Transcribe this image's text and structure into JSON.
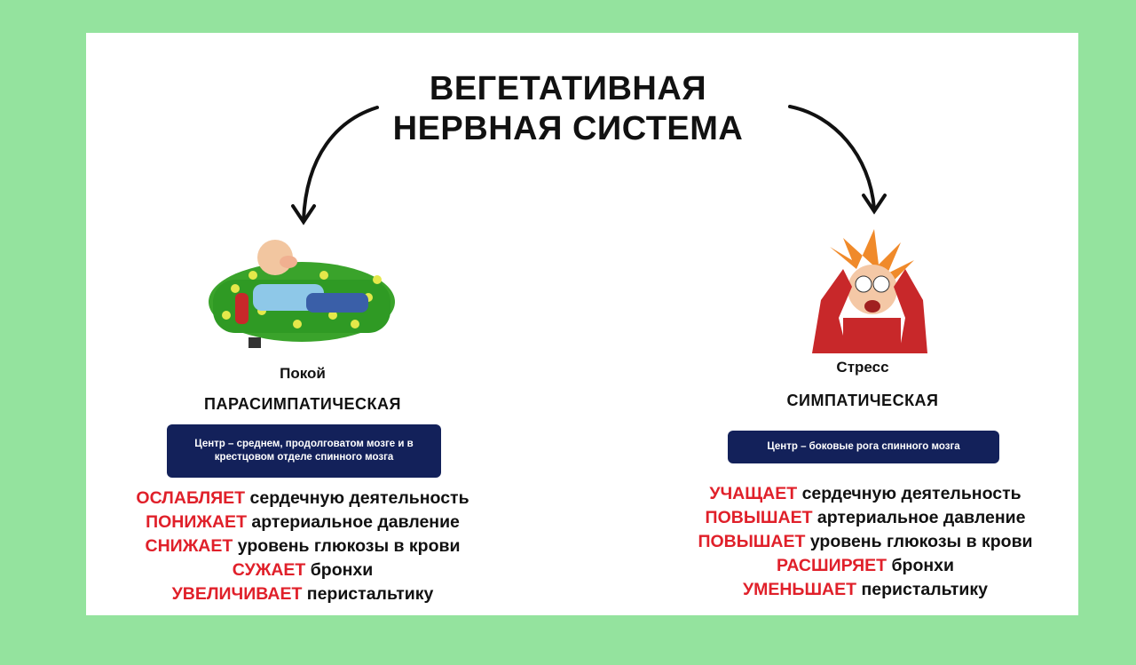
{
  "title": {
    "line1": "ВЕГЕТАТИВНАЯ",
    "line2": "НЕРВНАЯ СИСТЕМА"
  },
  "colors": {
    "background": "#94e39e",
    "box": "#13215a",
    "verb": "#e0202a"
  },
  "left": {
    "mode": "Покой",
    "branch": "ПАРАСИМПАТИЧЕСКАЯ",
    "center": "Центр – среднем, продолговатом мозге и в крестцовом отделе спинного мозга",
    "effects": [
      {
        "verb": "ОСЛАБЛЯЕТ",
        "text": "сердечную деятельность"
      },
      {
        "verb": "ПОНИЖАЕТ",
        "text": "артериальное давление"
      },
      {
        "verb": "СНИЖАЕТ",
        "text": "уровень глюкозы в крови"
      },
      {
        "verb": "СУЖАЕТ",
        "text": "бронхи"
      },
      {
        "verb": "УВЕЛИЧИВАЕТ",
        "text": "перистальтику"
      }
    ]
  },
  "right": {
    "mode": "Стресс",
    "branch": "СИМПАТИЧЕСКАЯ",
    "center": "Центр – боковые рога спинного мозга",
    "effects": [
      {
        "verb": "УЧАЩАЕТ",
        "text": "сердечную деятельность"
      },
      {
        "verb": "ПОВЫШАЕТ",
        "text": "артериальное давление"
      },
      {
        "verb": "ПОВЫШАЕТ",
        "text": "уровень глюкозы в крови"
      },
      {
        "verb": "РАСШИРЯЕТ",
        "text": "бронхи"
      },
      {
        "verb": "УМЕНЬШАЕТ",
        "text": "перистальтику"
      }
    ]
  }
}
